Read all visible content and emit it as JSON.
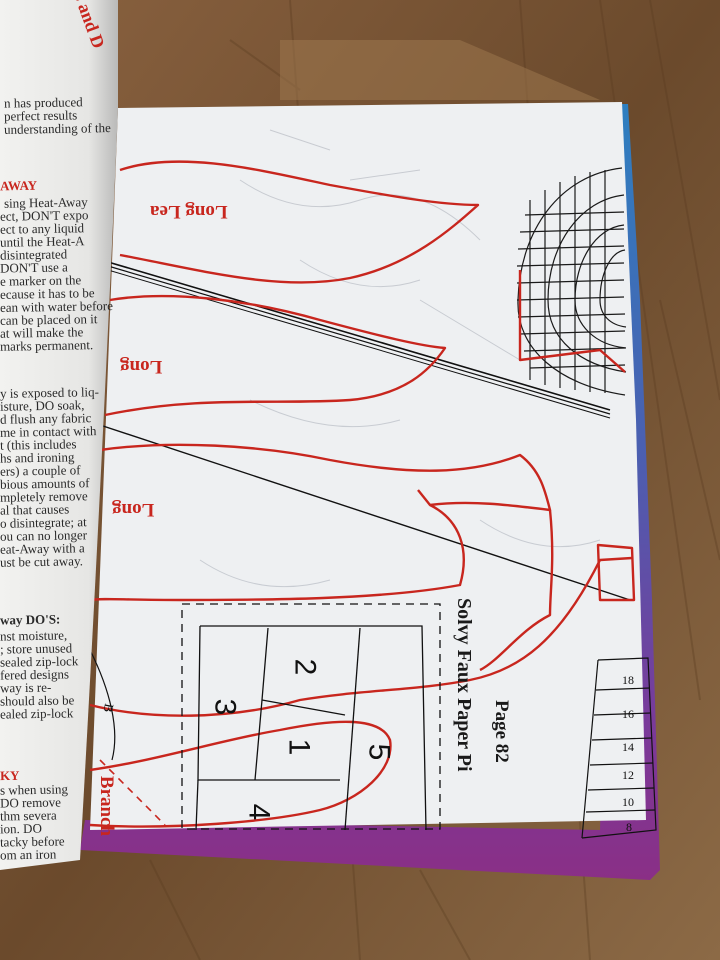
{
  "pattern_labels": {
    "long_leaf_1": "Long Lea",
    "long_leaf_2": "Long",
    "long_leaf_3": "Long",
    "branch": "Branch",
    "b_marker": "B"
  },
  "page_text": {
    "page_number": "Page 82",
    "heading": "Solvy Faux Paper Pi"
  },
  "block_numbers": [
    "2",
    "3",
    "1",
    "5",
    "4"
  ],
  "ruler_ticks": [
    "18",
    "16",
    "14",
    "12",
    "10",
    "8"
  ],
  "left_page": {
    "heading_fragment": "s and D",
    "section_red": "AWAY",
    "section_dos": "way DO'S:",
    "section_sticky": "KY",
    "lines": [
      "n has produced",
      "perfect results",
      "understanding of the",
      "sing Heat-Away",
      "ect, DON'T expo",
      "ect to any liquid",
      "until the Heat-A",
      "disintegrated",
      "DON'T use a",
      "e marker on the",
      "ecause it has to be",
      "ean with water before",
      "can be placed on it",
      "at will make the",
      "marks permanent.",
      "y is exposed to liq-",
      "isture, DO soak,",
      "d flush any fabric",
      "me in contact with",
      "t (this includes",
      "hs and ironing",
      "ers) a couple of",
      "bious amounts of",
      "mpletely remove",
      "al that causes",
      "o disintegrate; at",
      "ou can no longer",
      "eat-Away with a",
      "ust be cut away.",
      "nst moisture,",
      "; store unused",
      "sealed zip-lock",
      "fered designs",
      "way is re-",
      "should also be",
      "ealed zip-lock",
      "s when using",
      "DO remove",
      "thm severa",
      "ion. DO",
      "tacky before",
      "om an iron"
    ]
  },
  "colors": {
    "pattern_red": "#c8261e",
    "paper": "#eceef0",
    "wood": "#7a5535",
    "fabric_edge": "#7a2f8c",
    "fabric_blue": "#3a5fb0"
  }
}
